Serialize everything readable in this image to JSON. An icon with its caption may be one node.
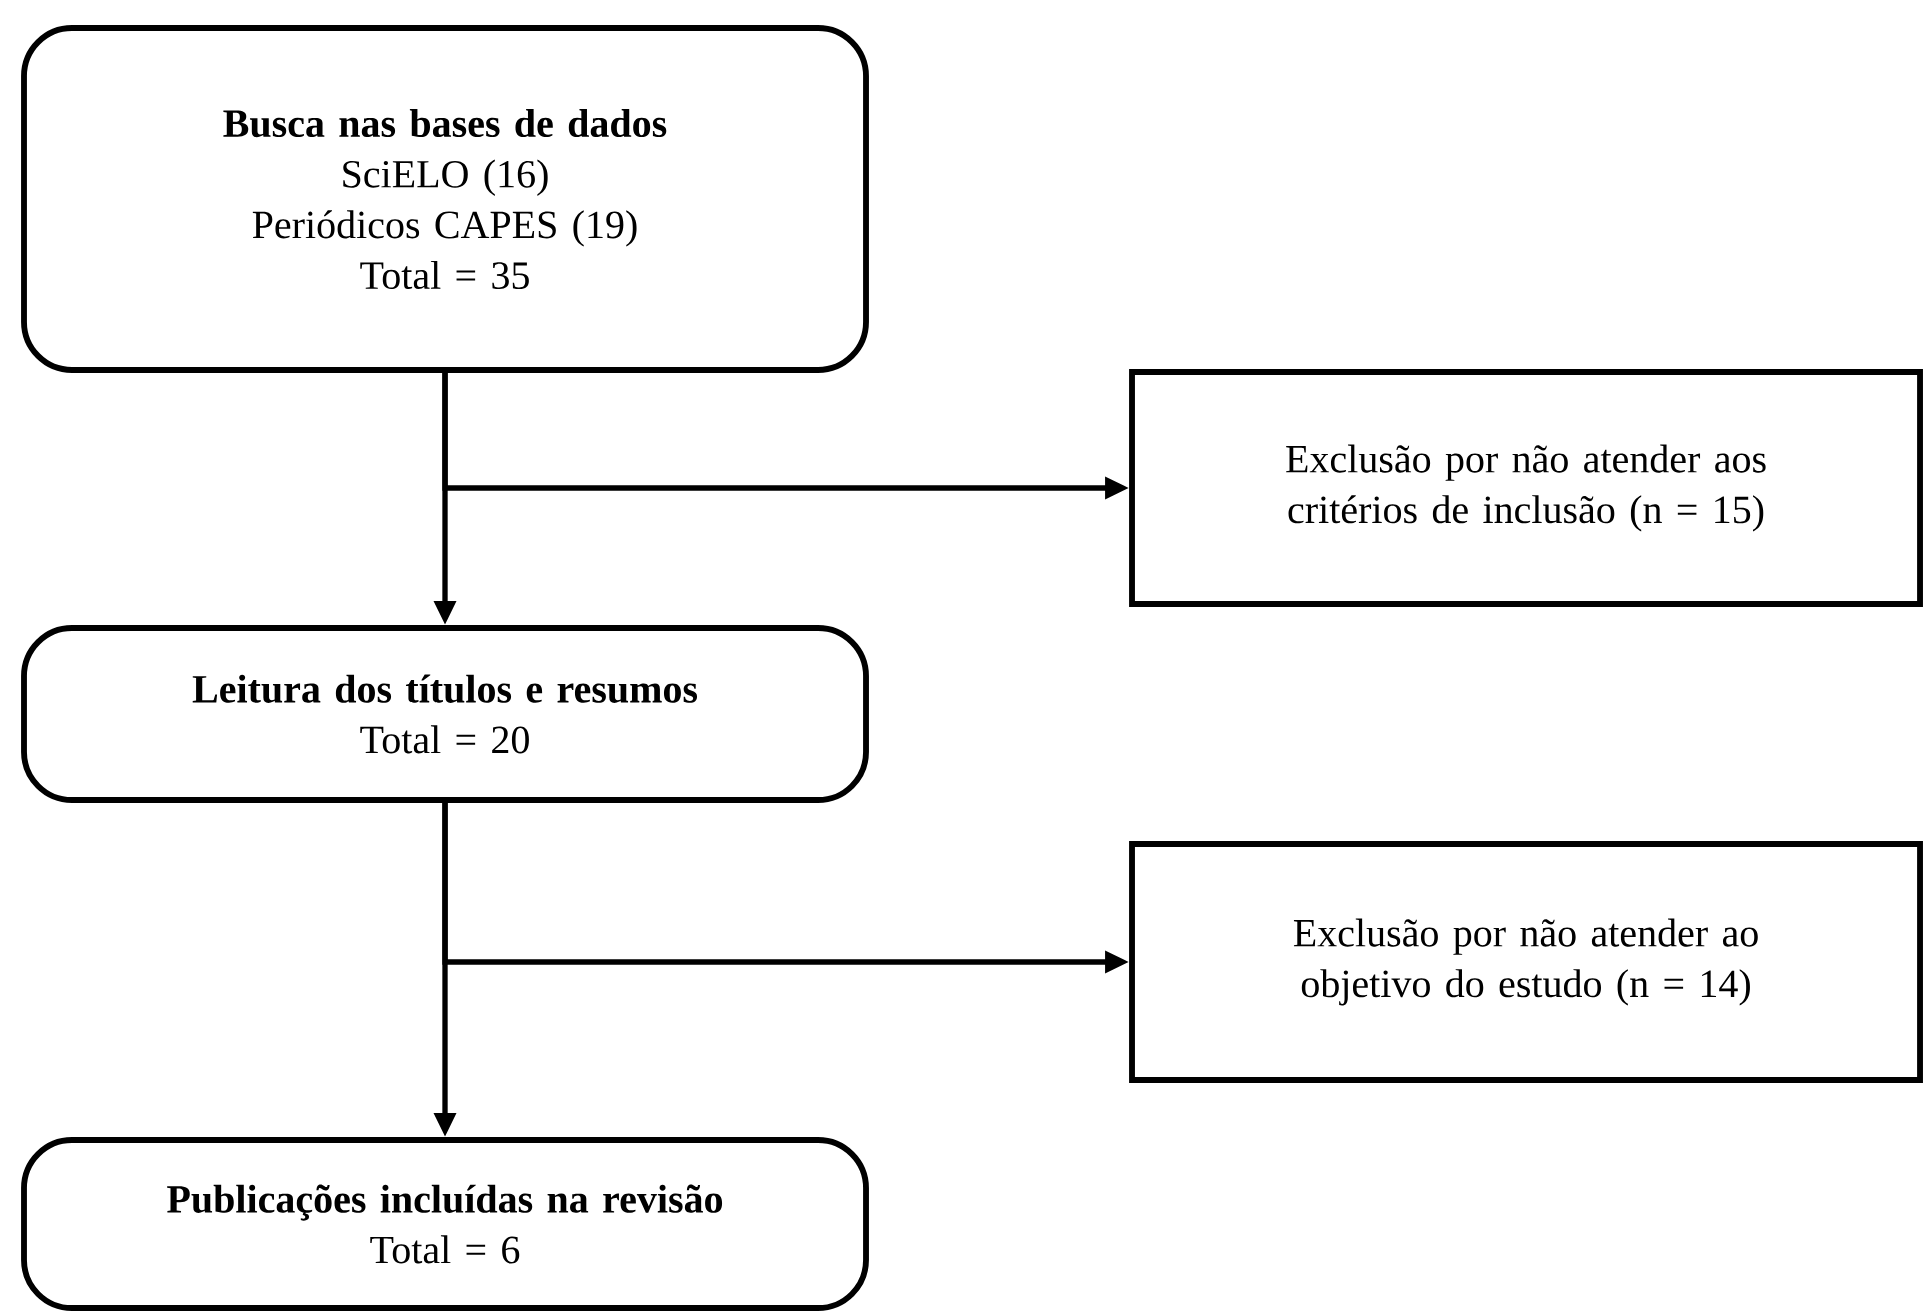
{
  "diagram": {
    "nodes": [
      {
        "text": [
          "Busca nas bases de dados",
          "SciELO (16)",
          "Periódicos CAPES (19)",
          "Total = 35"
        ]
      },
      {
        "text": [
          "Exclusão por não atender aos critérios de inclusão (n = 15)"
        ]
      },
      {
        "text": [
          "Leitura dos títulos e resumos",
          "Total = 20"
        ]
      },
      {
        "text": [
          "Exclusão por não atender ao objetivo do estudo (n = 14)"
        ]
      },
      {
        "text": [
          "Publicações incluídas na revisão",
          "Total = 6"
        ]
      }
    ],
    "edges": [
      {
        "from": 0,
        "to": 2,
        "arrow": "to"
      },
      {
        "from": 0,
        "to": 1,
        "arrow": "to"
      },
      {
        "from": 2,
        "to": 4,
        "arrow": "to"
      },
      {
        "from": 2,
        "to": 3,
        "arrow": "to"
      }
    ]
  }
}
